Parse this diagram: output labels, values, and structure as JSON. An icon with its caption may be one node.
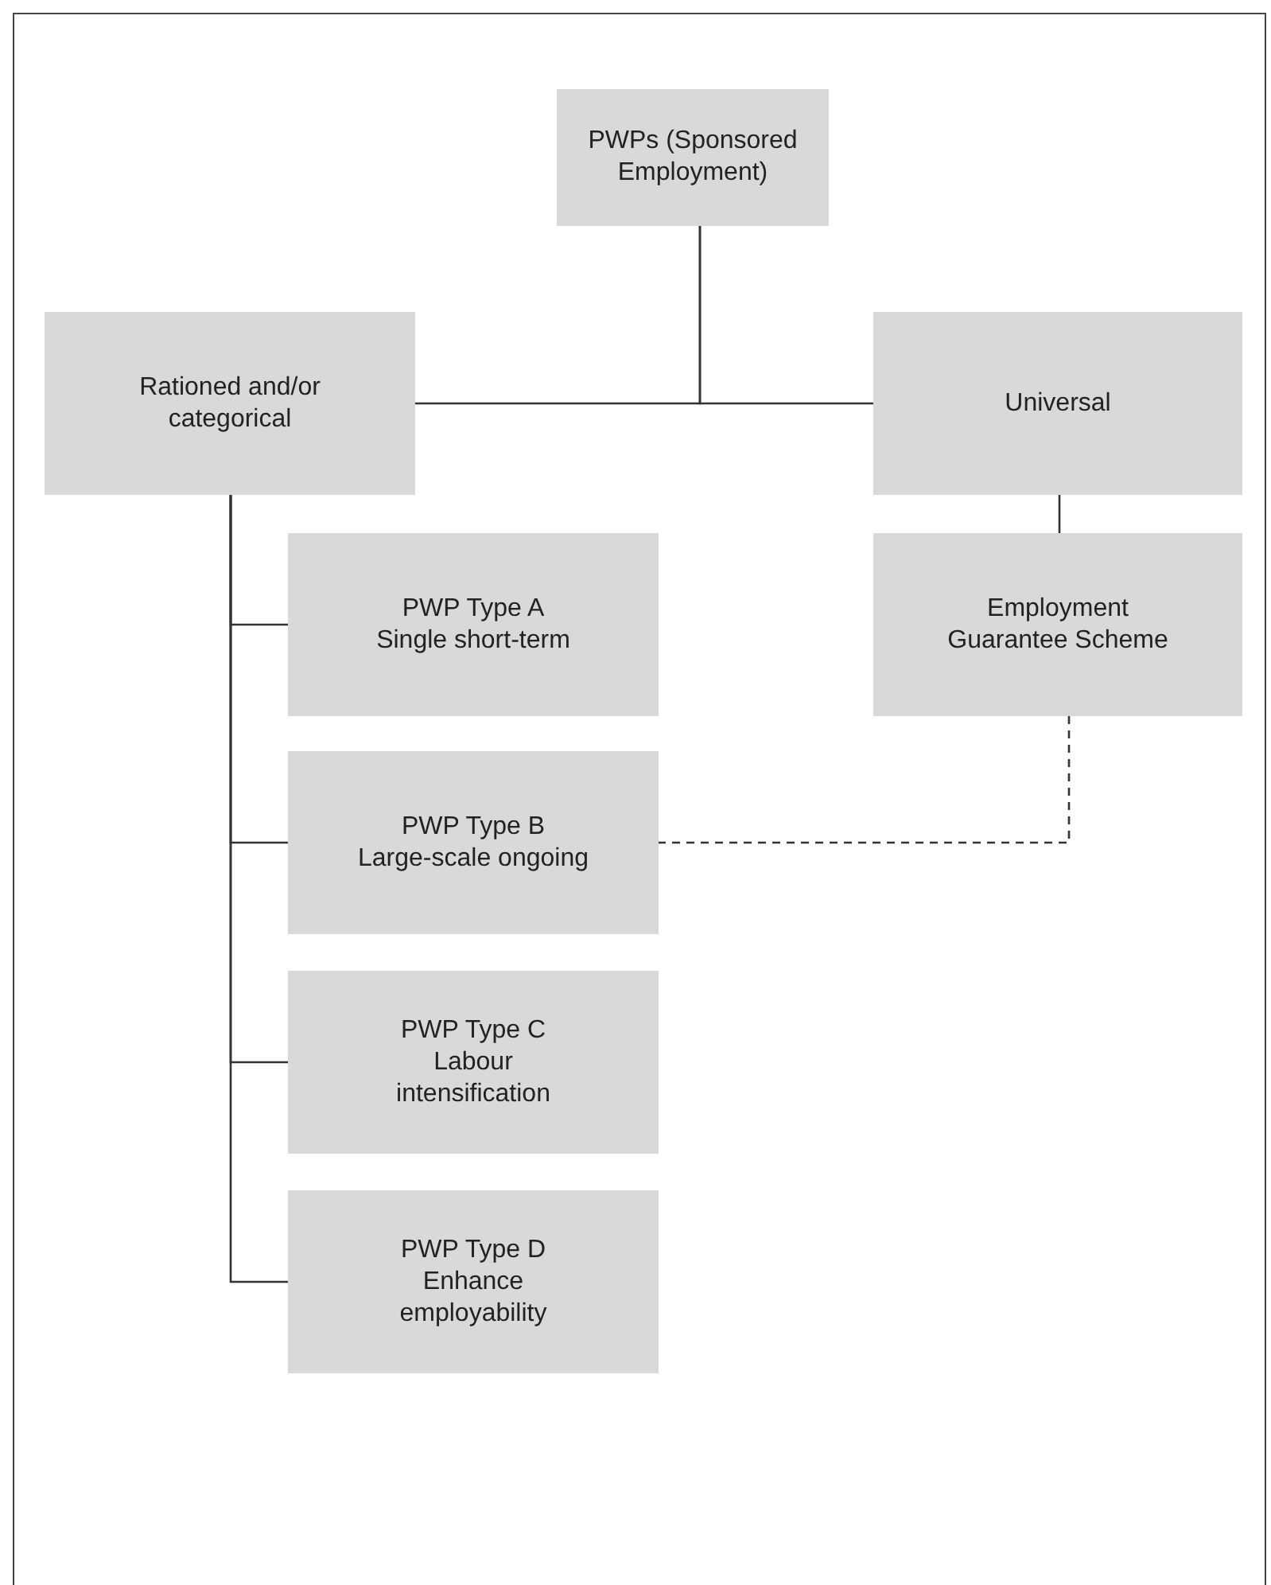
{
  "diagram": {
    "nodes": [
      {
        "text": [
          "PWPs (Sponsored Employment)"
        ]
      },
      {
        "text": [
          "Rationed and/or categorical"
        ]
      },
      {
        "text": [
          "Universal"
        ]
      },
      {
        "text": [
          "PWP Type A",
          "Single short-term"
        ]
      },
      {
        "text": [
          "Employment Guarantee Scheme"
        ]
      },
      {
        "text": [
          "PWP Type B",
          "Large-scale ongoing"
        ]
      },
      {
        "text": [
          "PWP Type C",
          "Labour intensification"
        ]
      },
      {
        "text": [
          "PWP Type D",
          "Enhance employability"
        ]
      }
    ],
    "edges": [
      {
        "from": 0,
        "to": 1,
        "arrow": "none"
      },
      {
        "from": 0,
        "to": 2,
        "arrow": "none"
      },
      {
        "from": 1,
        "to": 3,
        "arrow": "none"
      },
      {
        "from": 1,
        "to": 5,
        "arrow": "none"
      },
      {
        "from": 1,
        "to": 6,
        "arrow": "none"
      },
      {
        "from": 1,
        "to": 7,
        "arrow": "none"
      },
      {
        "from": 2,
        "to": 4,
        "arrow": "none"
      },
      {
        "from": 4,
        "to": 5,
        "arrow": "none",
        "style": "dashed"
      }
    ]
  }
}
